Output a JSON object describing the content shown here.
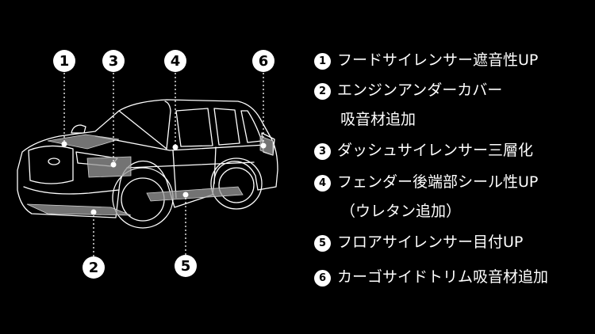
{
  "callouts": [
    {
      "num": "1"
    },
    {
      "num": "2"
    },
    {
      "num": "3"
    },
    {
      "num": "4"
    },
    {
      "num": "5"
    },
    {
      "num": "6"
    }
  ],
  "legend": [
    {
      "num": "1",
      "lines": [
        "フードサイレンサー遮音性UP"
      ]
    },
    {
      "num": "2",
      "lines": [
        "エンジンアンダーカバー",
        "吸音材追加"
      ]
    },
    {
      "num": "3",
      "lines": [
        "ダッシュサイレンサー三層化"
      ]
    },
    {
      "num": "4",
      "lines": [
        "フェンダー後端部シール性UP",
        "（ウレタン追加）"
      ]
    },
    {
      "num": "5",
      "lines": [
        "フロアサイレンサー目付UP"
      ]
    },
    {
      "num": "6",
      "lines": [
        "カーゴサイドトリム吸音材追加"
      ]
    }
  ],
  "colors": {
    "background": "#000000",
    "line": "#ffffff",
    "highlight": "#9a9a9a"
  }
}
